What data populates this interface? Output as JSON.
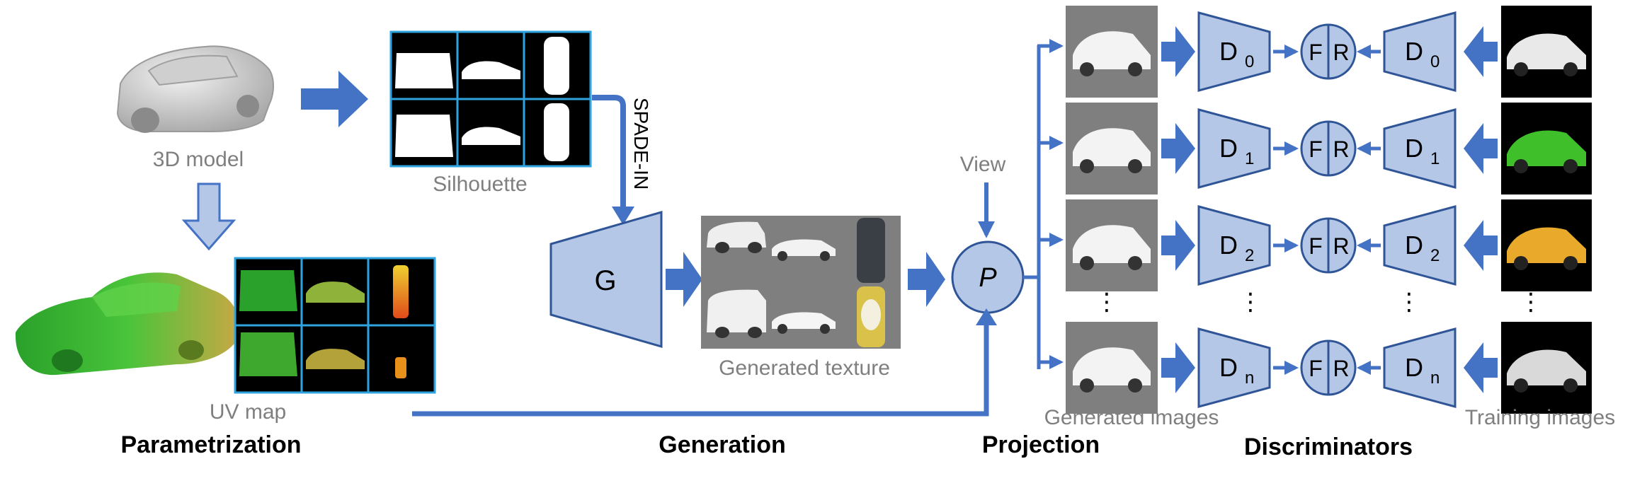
{
  "captions": {
    "model": "3D model",
    "silhouette": "Silhouette",
    "uv_map": "UV map",
    "generated_texture": "Generated texture",
    "generated_images": "Generated images",
    "training_images": "Training images",
    "view": "View",
    "spade": "SPADE-IN"
  },
  "sections": {
    "parametrization": "Parametrization",
    "generation": "Generation",
    "projection": "Projection",
    "discriminators": "Discriminators"
  },
  "generator_label": "G",
  "projection_label": "P",
  "fr": {
    "fake": "F",
    "real": "R"
  },
  "discriminators": [
    {
      "base": "D",
      "sub": "0"
    },
    {
      "base": "D",
      "sub": "1"
    },
    {
      "base": "D",
      "sub": "2"
    },
    {
      "base": "D",
      "sub": "n"
    }
  ],
  "ellipsis": "⋮",
  "training_car_colors": [
    "#e9e9e9",
    "#3fbf2a",
    "#e9a92b",
    "#d9d9d9"
  ],
  "colors": {
    "arrow_blue": "#4472c4",
    "shape_fill": "#b4c7e7",
    "shape_stroke": "#2f5597",
    "grid_line": "#2ea3e0"
  }
}
